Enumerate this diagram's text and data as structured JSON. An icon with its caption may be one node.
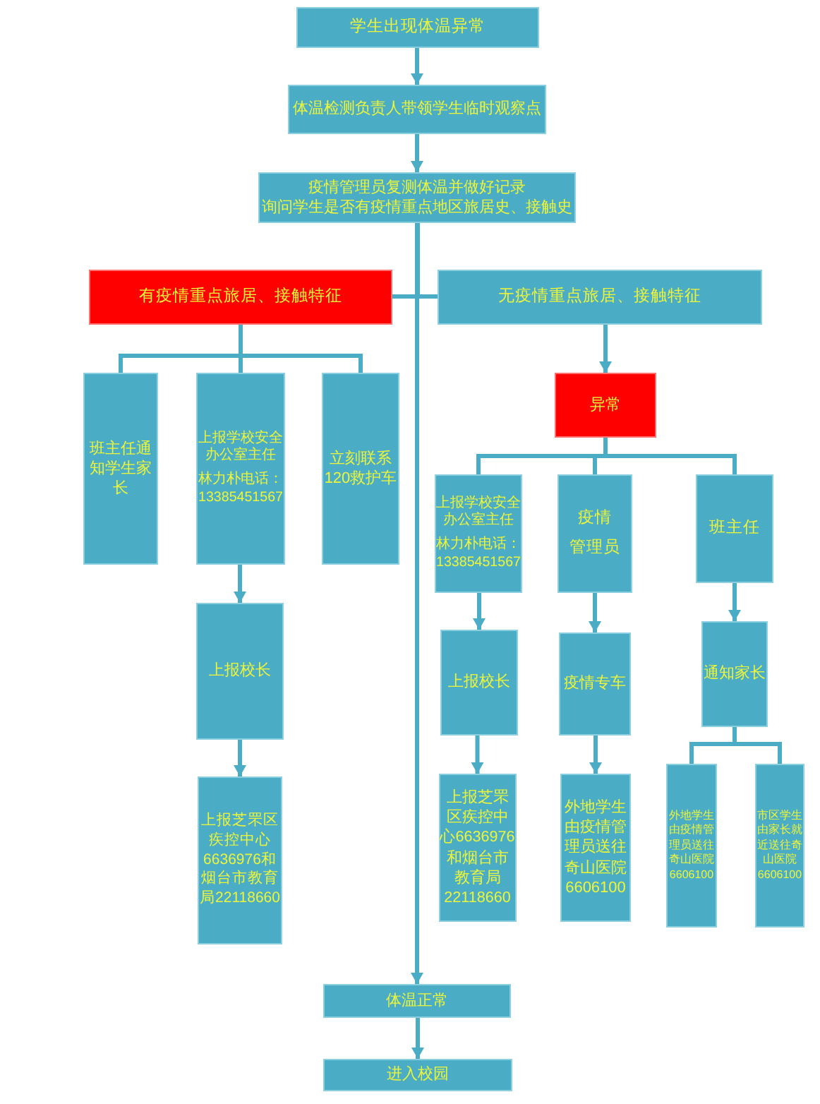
{
  "diagram": {
    "nodes": [
      {
        "text": [
          "学生出现体温异常"
        ]
      },
      {
        "text": [
          "体温检测负责人带领学生临时观察点"
        ]
      },
      {
        "text": [
          "疫情管理员复测体温并做好记录",
          "询问学生是否有疫情重点地区旅居史、接触史"
        ]
      },
      {
        "text": [
          "有疫情重点旅居、接触特征"
        ]
      },
      {
        "text": [
          "无疫情重点旅居、接触特征"
        ]
      },
      {
        "text": [
          "班主任通知学生家长"
        ]
      },
      {
        "text": [
          "上报学校安全办公室主任",
          "林力朴电话：13385451567"
        ]
      },
      {
        "text": [
          "立刻联系120救护车"
        ]
      },
      {
        "text": [
          "异常"
        ]
      },
      {
        "text": [
          "上报学校安全办公室主任",
          "林力朴电话：13385451567"
        ]
      },
      {
        "text": [
          "疫情",
          "管理员"
        ]
      },
      {
        "text": [
          "班主任"
        ]
      },
      {
        "text": [
          "上报校长"
        ]
      },
      {
        "text": [
          "上报芝罘区疾控中心6636976和烟台市教育局22118660"
        ]
      },
      {
        "text": [
          "上报校长"
        ]
      },
      {
        "text": [
          "上报芝罘区疾控中心6636976和烟台市教育局22118660"
        ]
      },
      {
        "text": [
          "疫情专车"
        ]
      },
      {
        "text": [
          "外地学生由疫情管理员送往奇山医院6606100"
        ]
      },
      {
        "text": [
          "通知家长"
        ]
      },
      {
        "text": [
          "外地学生由疫情管理员送往奇山医院6606100"
        ]
      },
      {
        "text": [
          "市区学生由家长就近送往奇山医院6606100"
        ]
      },
      {
        "text": [
          "体温正常"
        ]
      },
      {
        "text": [
          "进入校园"
        ]
      }
    ],
    "edges": [
      {
        "from": 0,
        "to": 1,
        "arrow": "to"
      },
      {
        "from": 1,
        "to": 2,
        "arrow": "to"
      },
      {
        "from": 2,
        "to": 3,
        "arrow": "none"
      },
      {
        "from": 2,
        "to": 4,
        "arrow": "none"
      },
      {
        "from": 2,
        "to": 21,
        "arrow": "to"
      },
      {
        "from": 3,
        "to": 5,
        "arrow": "none"
      },
      {
        "from": 3,
        "to": 6,
        "arrow": "none"
      },
      {
        "from": 3,
        "to": 7,
        "arrow": "none"
      },
      {
        "from": 4,
        "to": 8,
        "arrow": "to"
      },
      {
        "from": 8,
        "to": 9,
        "arrow": "none"
      },
      {
        "from": 8,
        "to": 10,
        "arrow": "none"
      },
      {
        "from": 8,
        "to": 11,
        "arrow": "none"
      },
      {
        "from": 6,
        "to": 12,
        "arrow": "to"
      },
      {
        "from": 12,
        "to": 13,
        "arrow": "to"
      },
      {
        "from": 9,
        "to": 14,
        "arrow": "to"
      },
      {
        "from": 14,
        "to": 15,
        "arrow": "to"
      },
      {
        "from": 10,
        "to": 16,
        "arrow": "to"
      },
      {
        "from": 16,
        "to": 17,
        "arrow": "to"
      },
      {
        "from": 11,
        "to": 18,
        "arrow": "to"
      },
      {
        "from": 18,
        "to": 19,
        "arrow": "none"
      },
      {
        "from": 18,
        "to": 20,
        "arrow": "none"
      },
      {
        "from": 21,
        "to": 22,
        "arrow": "to"
      }
    ]
  }
}
